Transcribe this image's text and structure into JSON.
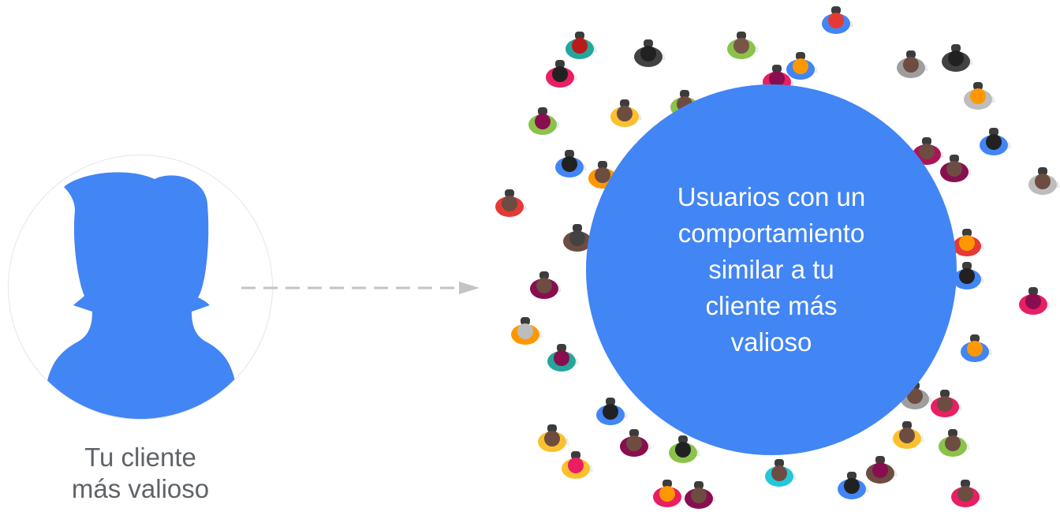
{
  "left": {
    "caption_lines": [
      "Tu cliente",
      "más valioso"
    ],
    "avatar_icon": "person-silhouette-icon",
    "avatar_color": "#4285f4"
  },
  "arrow": {
    "icon": "dashed-arrow-right-icon",
    "color": "#c4c4c4"
  },
  "right": {
    "circle_color": "#4285f4",
    "circle_text_lines": [
      "Usuarios con un",
      "comportamiento",
      "similar a tu",
      "cliente más",
      "valioso"
    ],
    "crowd_icon": "crowd-of-people-icon"
  }
}
